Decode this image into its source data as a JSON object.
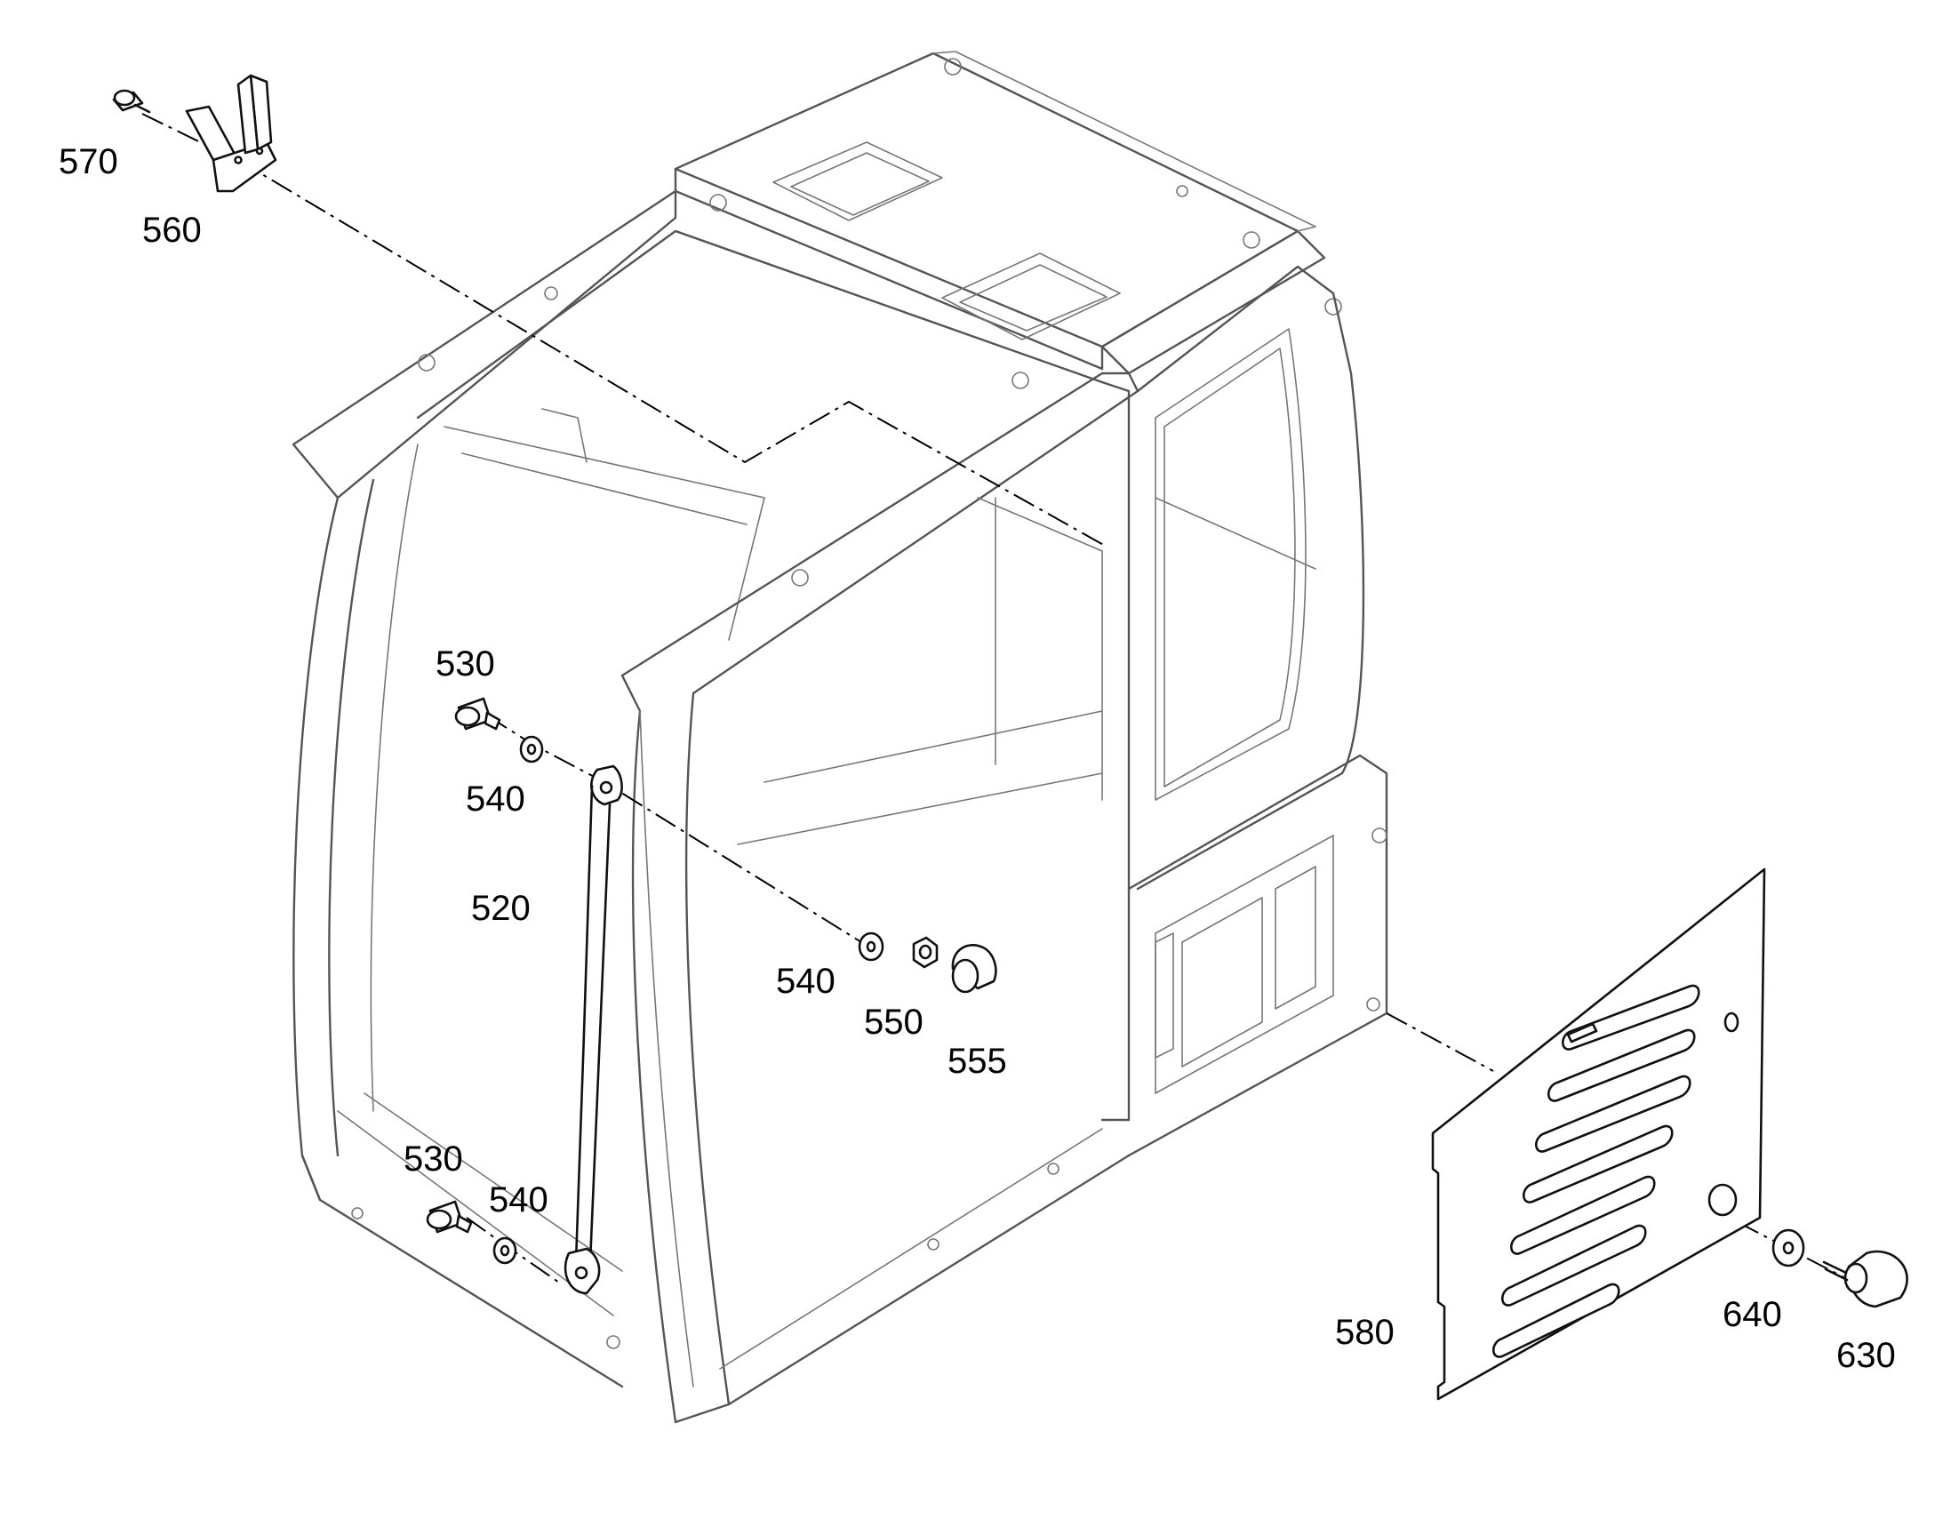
{
  "diagram": {
    "parts": [
      {
        "id": "p570",
        "number": "570",
        "name": "bolt"
      },
      {
        "id": "p560",
        "number": "560",
        "name": "bracket"
      },
      {
        "id": "p530a",
        "number": "530",
        "name": "bolt"
      },
      {
        "id": "p540a",
        "number": "540",
        "name": "washer"
      },
      {
        "id": "p520",
        "number": "520",
        "name": "handrail"
      },
      {
        "id": "p540b",
        "number": "540",
        "name": "washer"
      },
      {
        "id": "p550",
        "number": "550",
        "name": "nut"
      },
      {
        "id": "p555",
        "number": "555",
        "name": "cap"
      },
      {
        "id": "p530b",
        "number": "530",
        "name": "bolt"
      },
      {
        "id": "p540c",
        "number": "540",
        "name": "washer"
      },
      {
        "id": "p580",
        "number": "580",
        "name": "cover-plate"
      },
      {
        "id": "p640",
        "number": "640",
        "name": "washer"
      },
      {
        "id": "p630",
        "number": "630",
        "name": "knob"
      }
    ],
    "colors": {
      "outline": "#555555",
      "part_stroke": "#111111",
      "label": "#000000",
      "background": "#ffffff"
    }
  }
}
